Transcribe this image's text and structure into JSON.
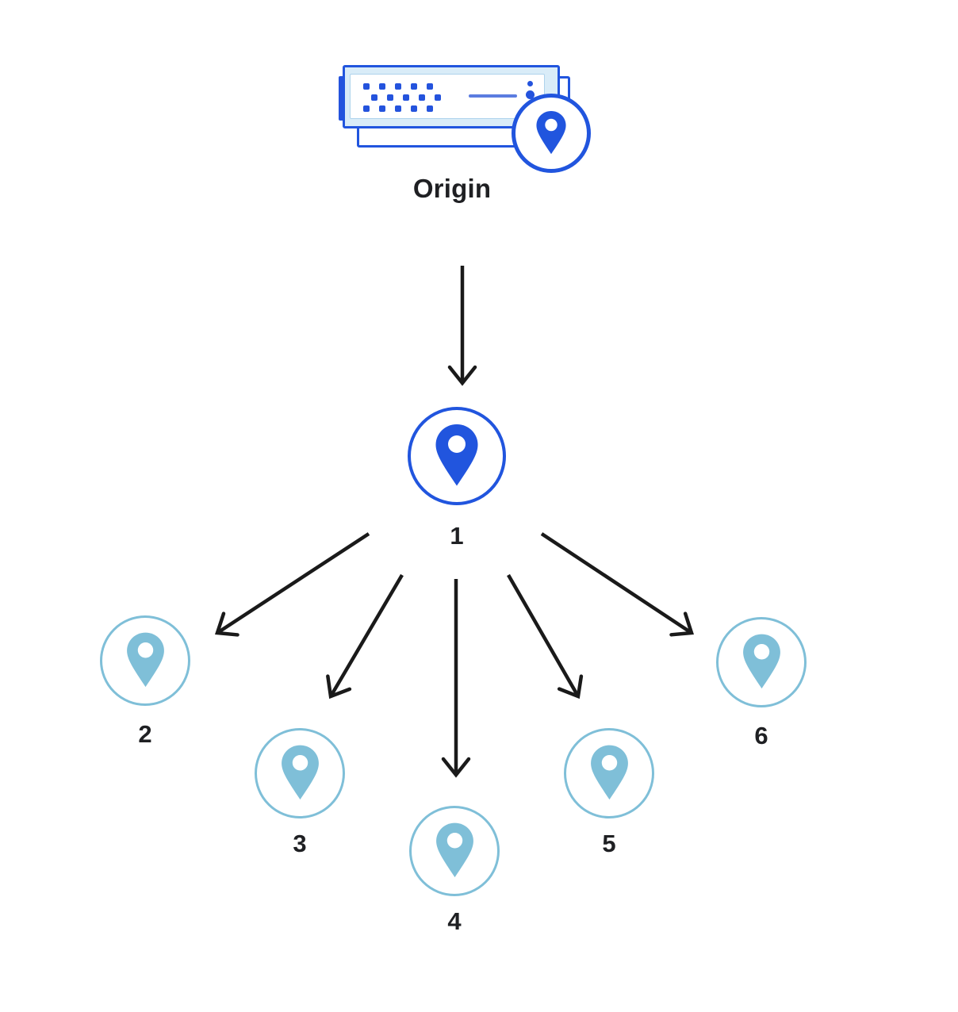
{
  "diagram": {
    "type": "fan-out topology diagram",
    "origin": {
      "label": "Origin"
    },
    "nodes": [
      {
        "label": "1"
      },
      {
        "label": "2"
      },
      {
        "label": "3"
      },
      {
        "label": "4"
      },
      {
        "label": "5"
      },
      {
        "label": "6"
      }
    ],
    "edges": [
      {
        "from": "Origin",
        "to": "1"
      },
      {
        "from": "1",
        "to": "2"
      },
      {
        "from": "1",
        "to": "3"
      },
      {
        "from": "1",
        "to": "4"
      },
      {
        "from": "1",
        "to": "5"
      },
      {
        "from": "1",
        "to": "6"
      }
    ],
    "colors": {
      "primary_blue": "#2155de",
      "dot_blue": "#2453dd",
      "light_blue": "#7fbfd8",
      "server_fill": "#d9ecf8",
      "server_line": "#5b7ce0",
      "arrow_black": "#1a1a1a",
      "label_text": "#1f2023"
    }
  }
}
